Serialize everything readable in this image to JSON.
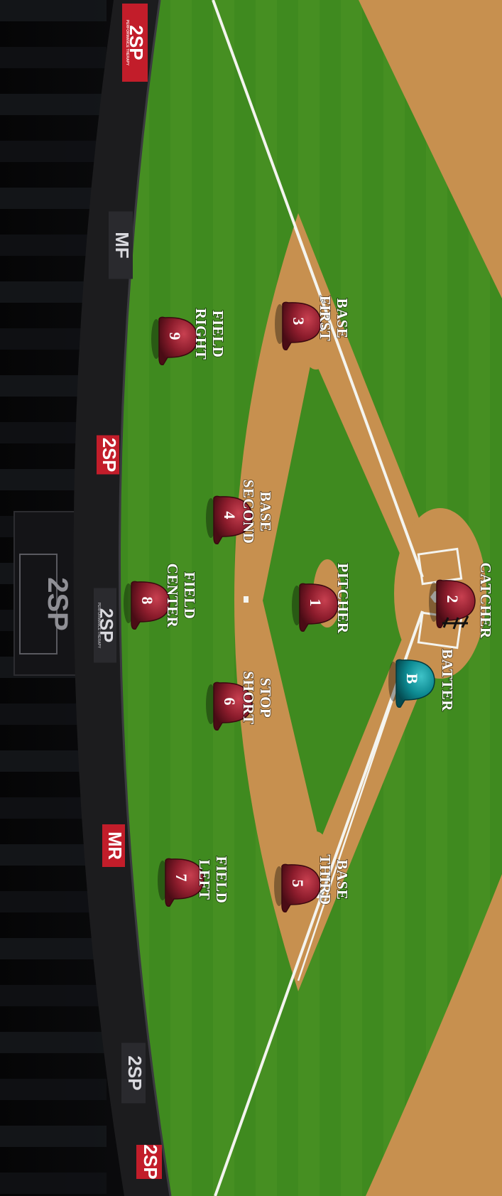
{
  "field": {
    "orientation": "rotated-90-clockwise",
    "colors": {
      "grass": "#3f8a1f",
      "grass_dark": "#2f6f17",
      "dirt": "#c7904f",
      "dirt_dark": "#a9713a",
      "chalk": "#f4f4ef",
      "wall": "#1c1c1e",
      "ad_red": "#c21d2a",
      "helmet_fielder": "#8c1c2c",
      "helmet_batter": "#0d8a92"
    }
  },
  "positions": [
    {
      "number": "1",
      "label_lines": [
        "PITCHER"
      ],
      "kind": "fielder"
    },
    {
      "number": "2",
      "label_lines": [
        "CATCHER"
      ],
      "kind": "catcher"
    },
    {
      "number": "3",
      "label_lines": [
        "FIRST",
        "BASE"
      ],
      "kind": "fielder"
    },
    {
      "number": "4",
      "label_lines": [
        "SECOND",
        "BASE"
      ],
      "kind": "fielder"
    },
    {
      "number": "5",
      "label_lines": [
        "THIRD",
        "BASE"
      ],
      "kind": "fielder"
    },
    {
      "number": "6",
      "label_lines": [
        "SHORT",
        "STOP"
      ],
      "kind": "fielder"
    },
    {
      "number": "7",
      "label_lines": [
        "LEFT",
        "FIELD"
      ],
      "kind": "fielder"
    },
    {
      "number": "8",
      "label_lines": [
        "CENTER",
        "FIELD"
      ],
      "kind": "fielder"
    },
    {
      "number": "9",
      "label_lines": [
        "RIGHT",
        "FIELD"
      ],
      "kind": "fielder"
    },
    {
      "number": "B",
      "label_lines": [
        "BATTER"
      ],
      "kind": "batter"
    }
  ],
  "wall_ads": [
    {
      "text": "2SP",
      "sub": "PERFORMANCE THERAPY",
      "style": "red"
    },
    {
      "text": "MF",
      "sub": "",
      "style": "dark"
    },
    {
      "text": "2SP",
      "sub": "",
      "style": "red-small"
    },
    {
      "text": "2SP",
      "sub": "PERFORMANCE THERAPY",
      "style": "dark"
    },
    {
      "text": "MR",
      "sub": "",
      "style": "red-small"
    },
    {
      "text": "2SP",
      "sub": "",
      "style": "dark"
    },
    {
      "text": "2SP",
      "sub": "",
      "style": "red"
    }
  ],
  "scoreboard": {
    "text": "2SP"
  }
}
